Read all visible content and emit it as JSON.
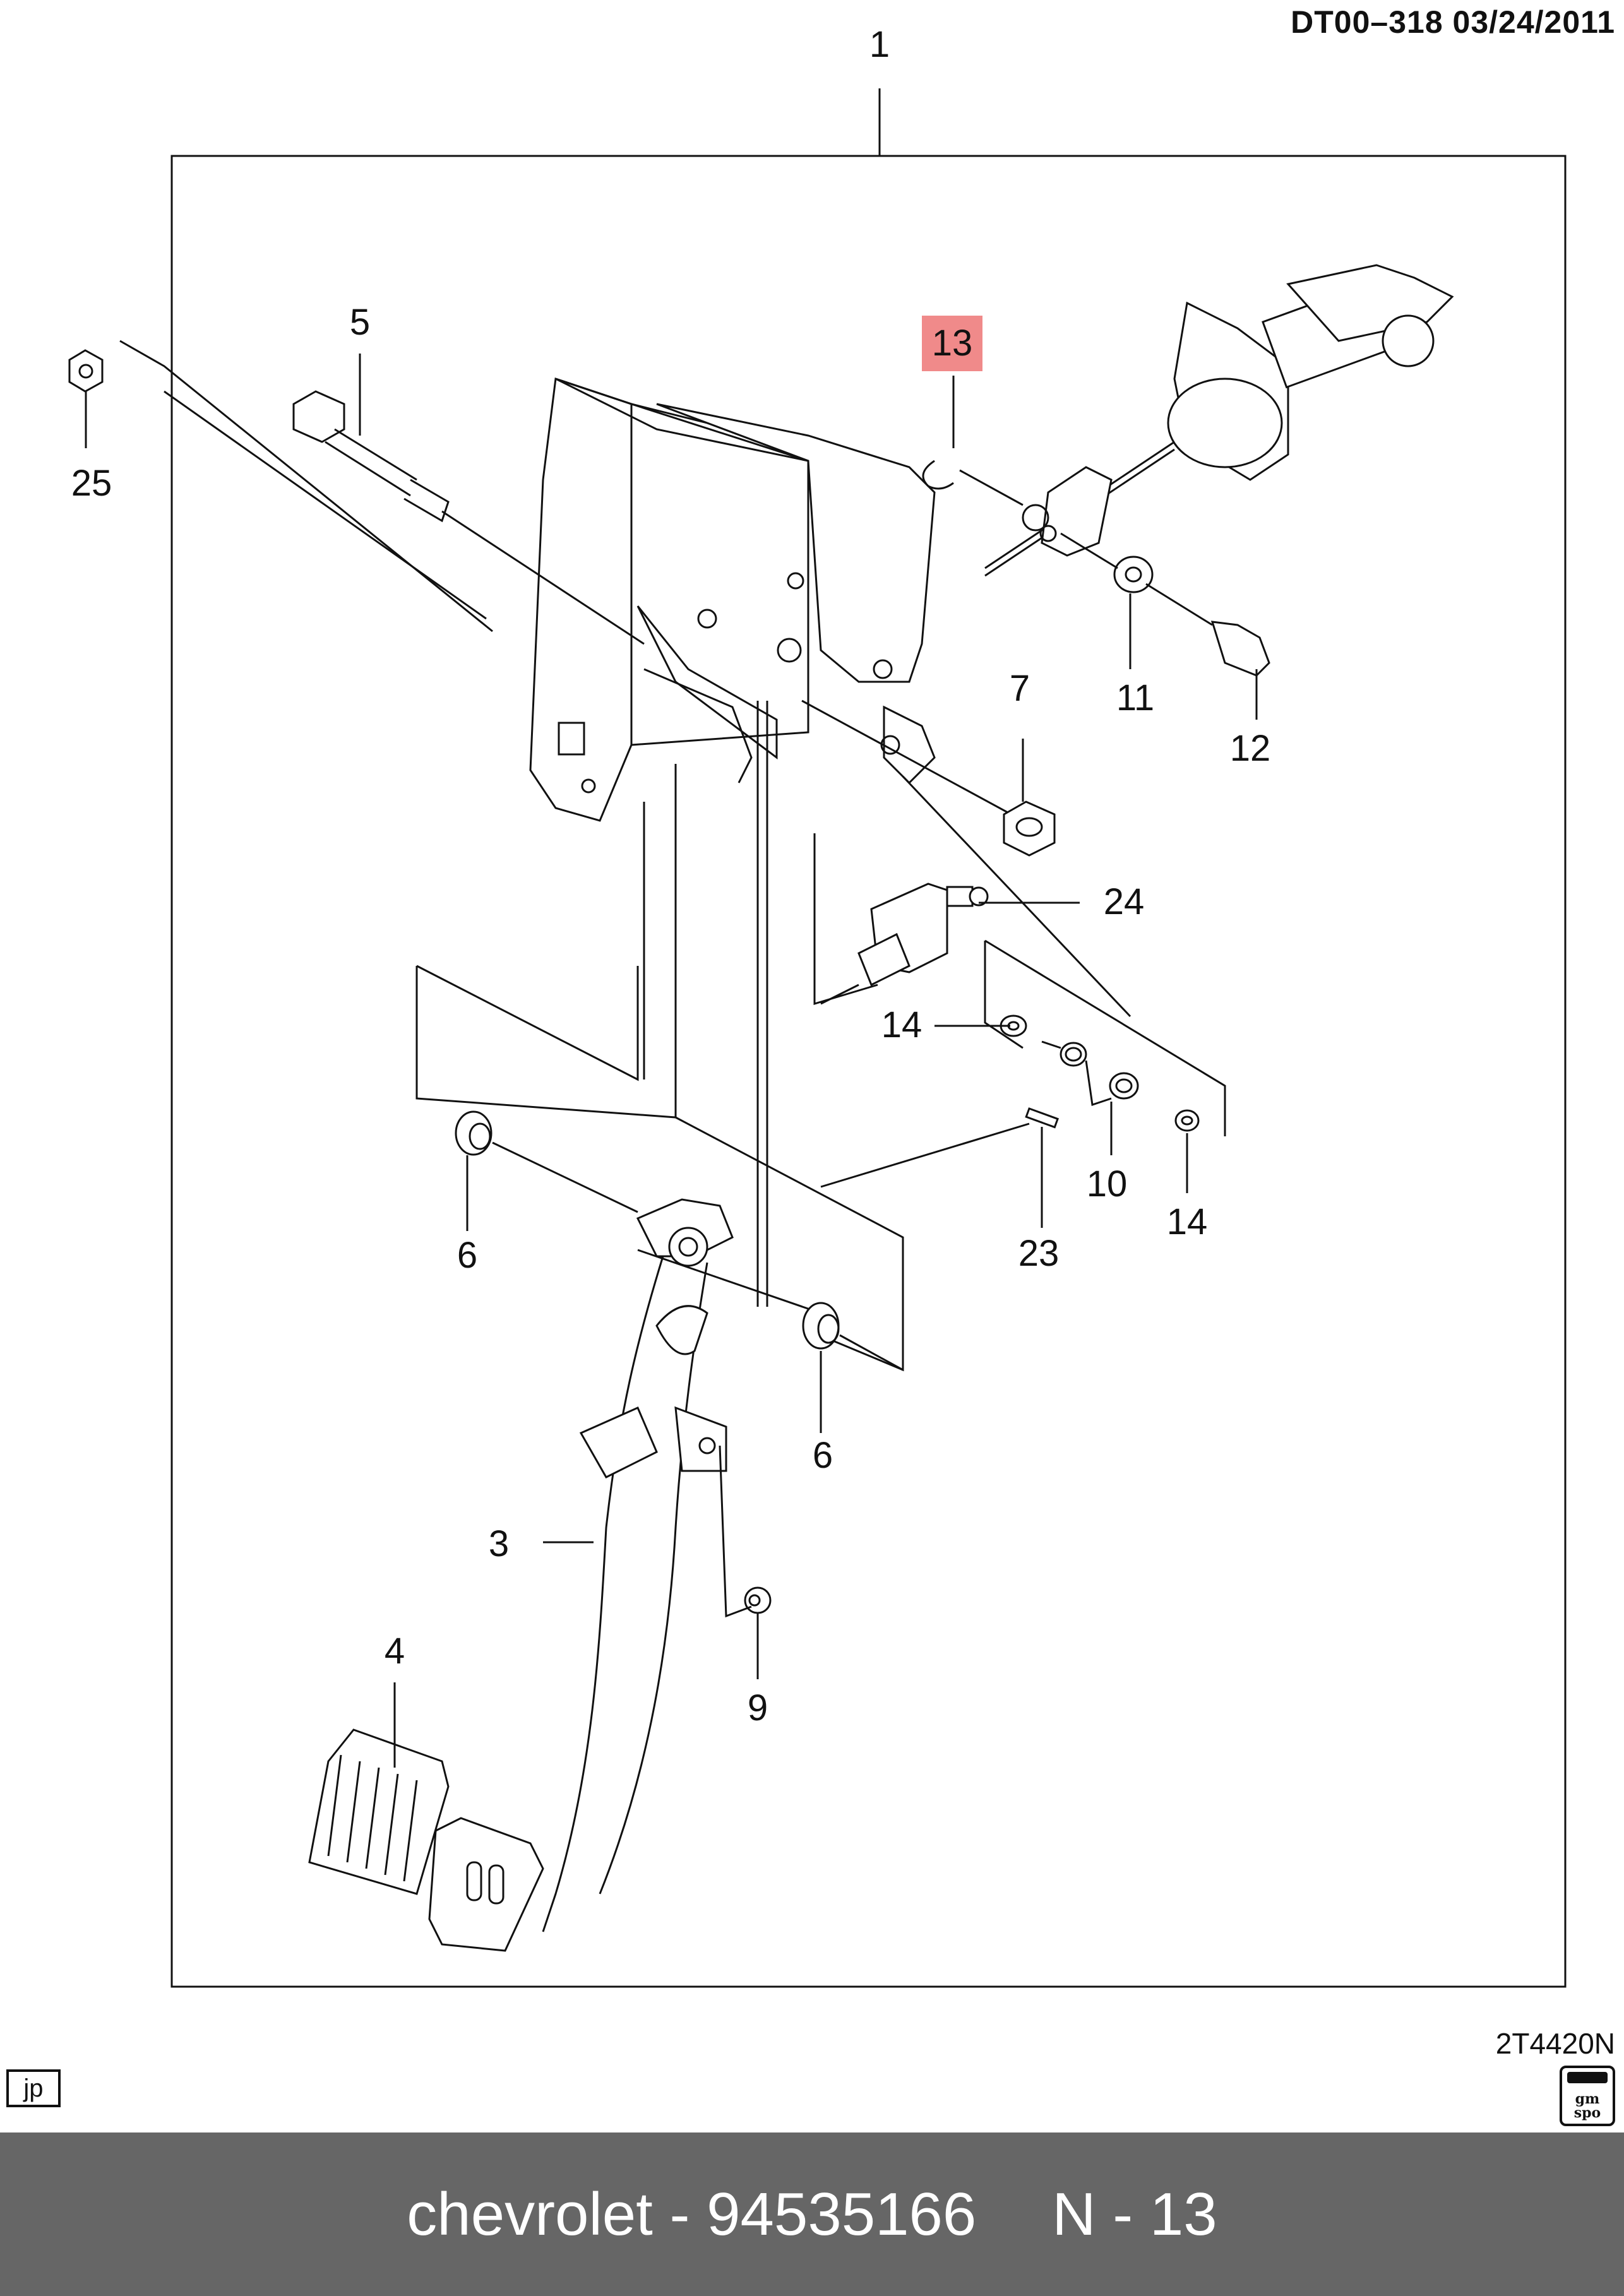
{
  "header": {
    "doc_ref": "DT00–318  03/24/2011"
  },
  "figure_code": "2T4420N",
  "badges": {
    "language": "jp",
    "publisher_line1": "gm",
    "publisher_line2": "spo"
  },
  "callouts": [
    {
      "id": "c1",
      "label": "1",
      "highlighted": false
    },
    {
      "id": "c13",
      "label": "13",
      "highlighted": true
    },
    {
      "id": "c5",
      "label": "5",
      "highlighted": false
    },
    {
      "id": "c25",
      "label": "25",
      "highlighted": false
    },
    {
      "id": "c11",
      "label": "11",
      "highlighted": false
    },
    {
      "id": "c12",
      "label": "12",
      "highlighted": false
    },
    {
      "id": "c7",
      "label": "7",
      "highlighted": false
    },
    {
      "id": "c24",
      "label": "24",
      "highlighted": false
    },
    {
      "id": "c14a",
      "label": "14",
      "highlighted": false
    },
    {
      "id": "c10",
      "label": "10",
      "highlighted": false
    },
    {
      "id": "c14b",
      "label": "14",
      "highlighted": false
    },
    {
      "id": "c23",
      "label": "23",
      "highlighted": false
    },
    {
      "id": "c6a",
      "label": "6",
      "highlighted": false
    },
    {
      "id": "c6b",
      "label": "6",
      "highlighted": false
    },
    {
      "id": "c3",
      "label": "3",
      "highlighted": false
    },
    {
      "id": "c4",
      "label": "4",
      "highlighted": false
    },
    {
      "id": "c9",
      "label": "9",
      "highlighted": false
    }
  ],
  "colors": {
    "highlight": "#f08a8a",
    "footer_bg": "#666666",
    "ink": "#111111"
  },
  "footer": {
    "brand_part": "chevrolet - 94535166",
    "page": "N - 13"
  }
}
